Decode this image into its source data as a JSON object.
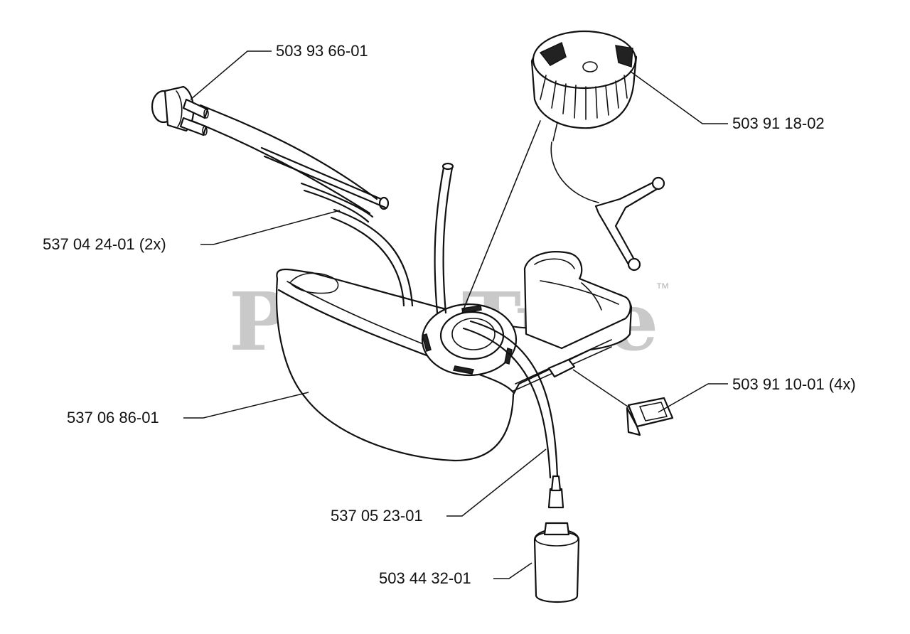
{
  "diagram": {
    "watermark": "PartsTree",
    "watermark_mark": "™",
    "parts": [
      {
        "part_number": "503 93 66-01"
      },
      {
        "part_number": "503 91 18-02"
      },
      {
        "part_number": "537 04 24-01 (2x)"
      },
      {
        "part_number": "503 91 10-01 (4x)"
      },
      {
        "part_number": "537 06 86-01"
      },
      {
        "part_number": "537 05 23-01"
      },
      {
        "part_number": "503 44 32-01"
      }
    ]
  }
}
